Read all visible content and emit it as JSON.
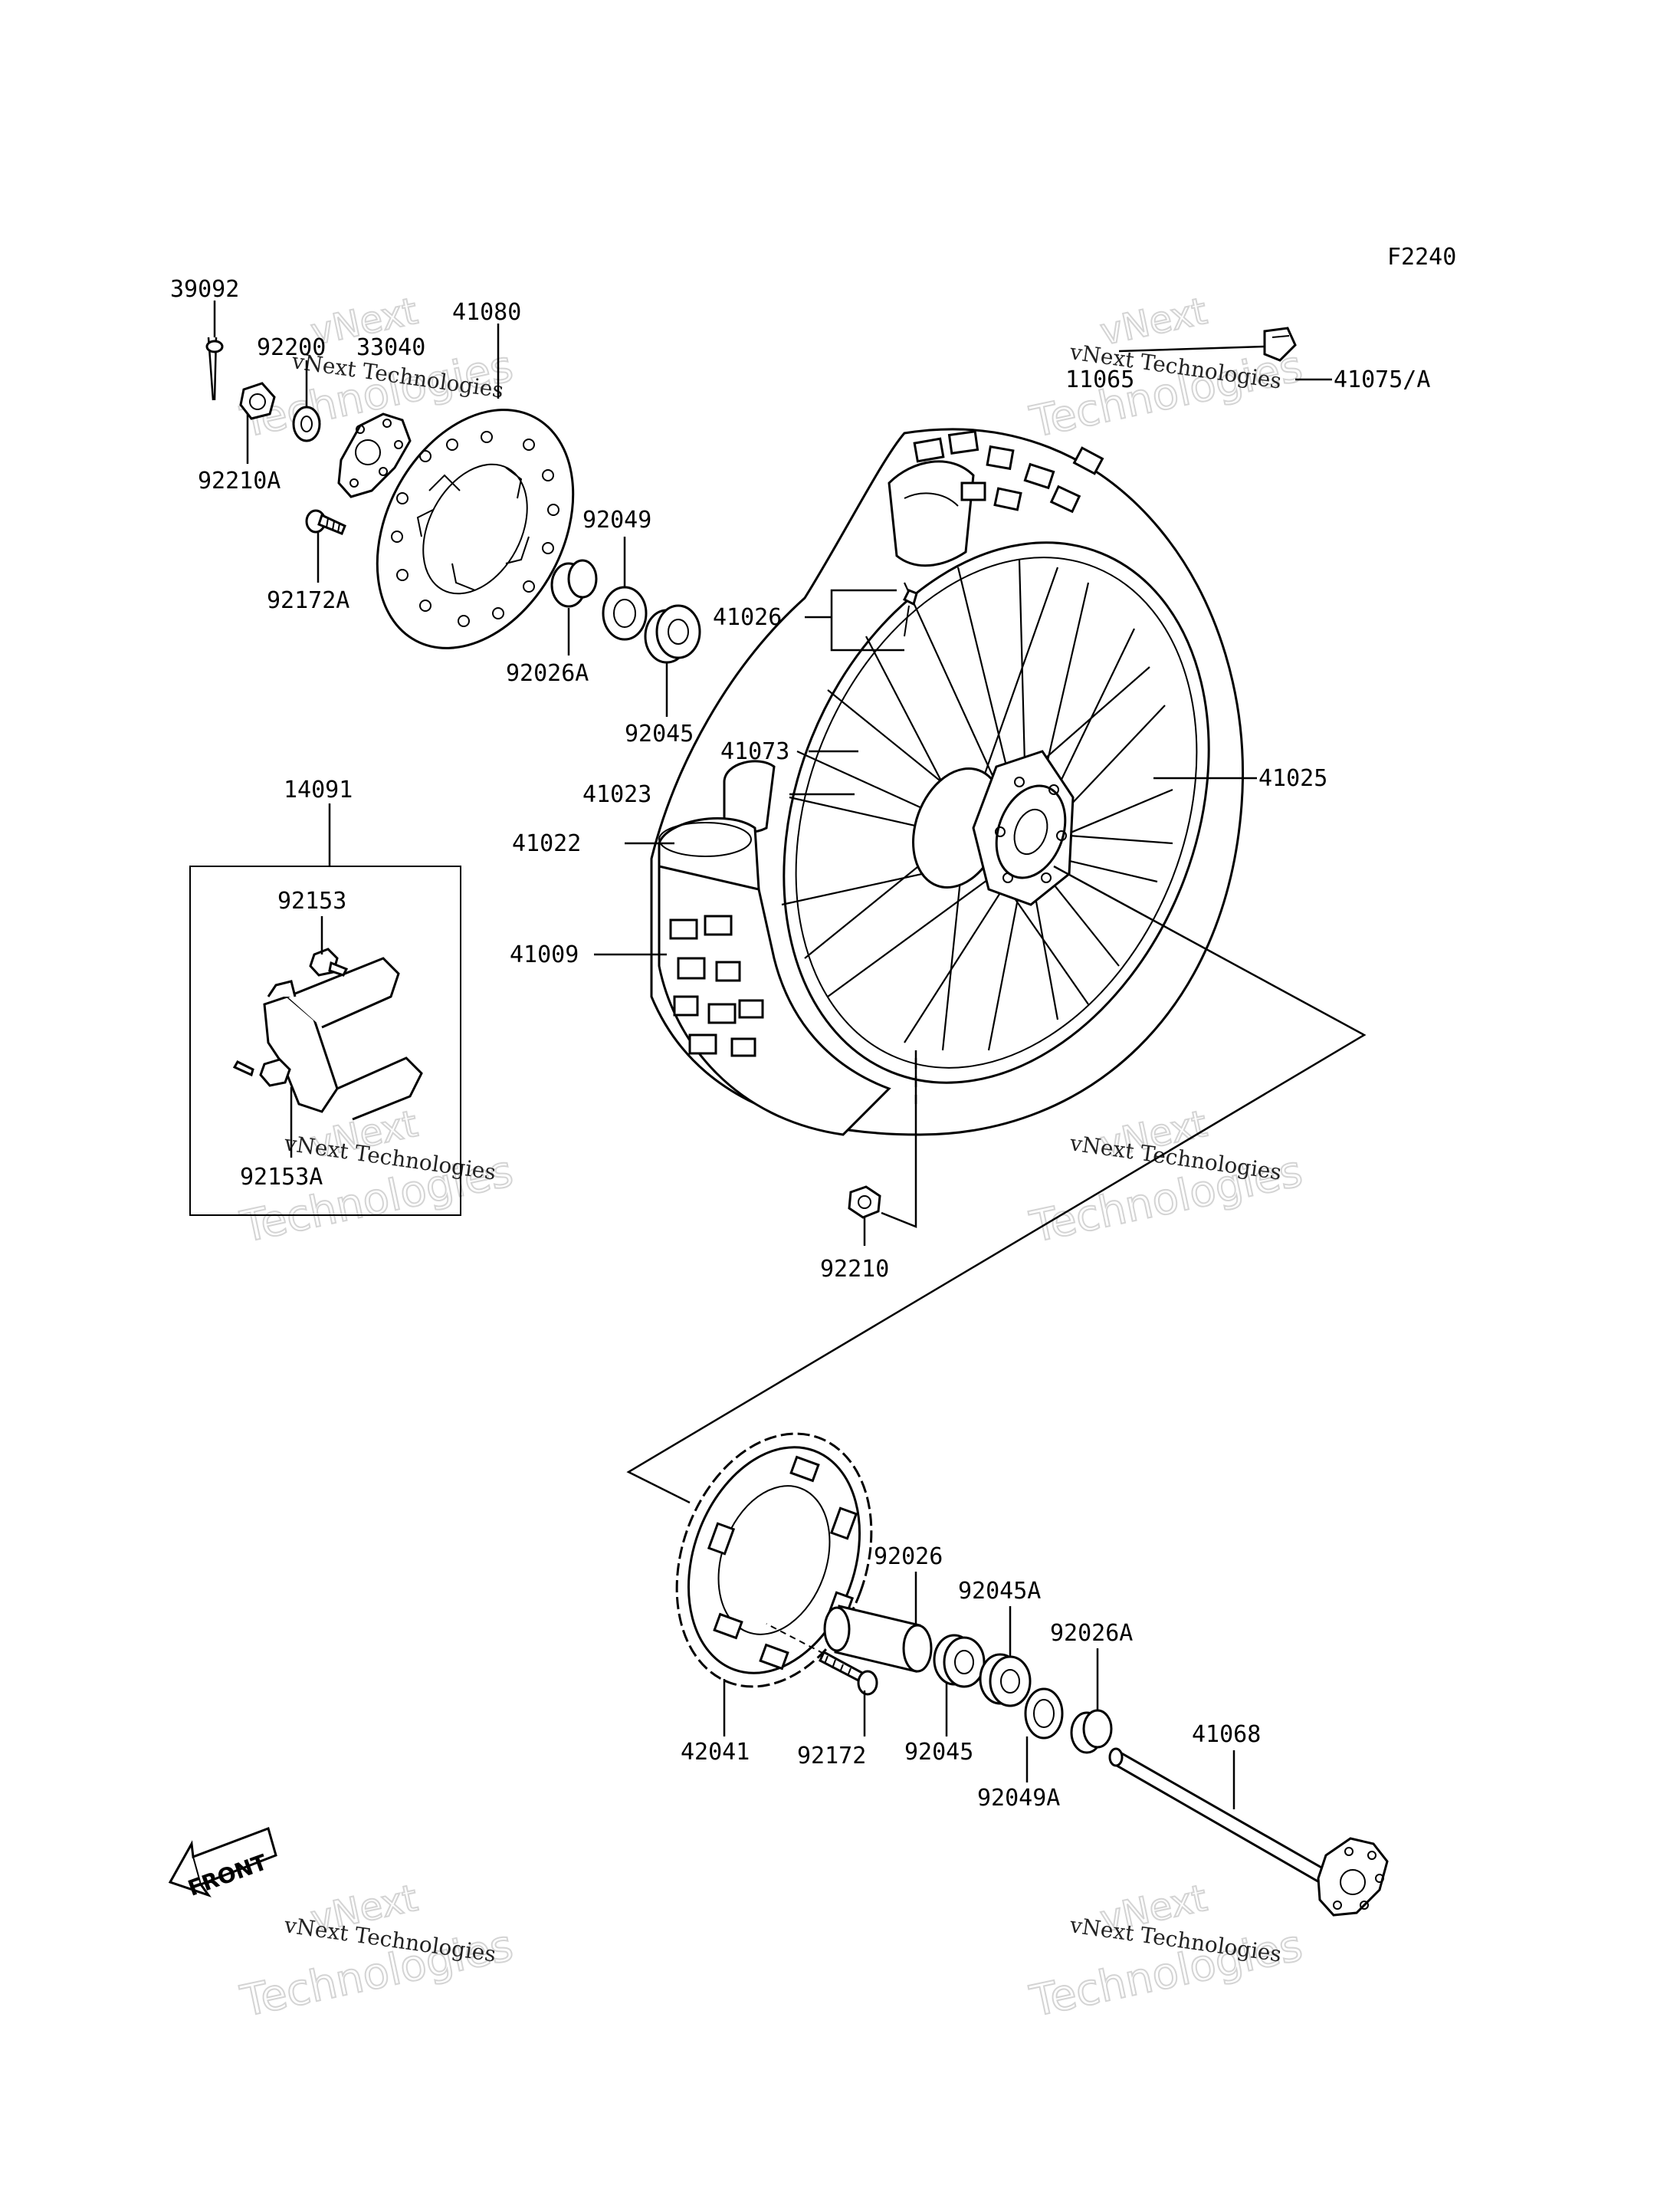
{
  "diagram_code": "F2240",
  "part_numbers": {
    "p39092": "39092",
    "p92200": "92200",
    "p33040": "33040",
    "p41080": "41080",
    "p92210A": "92210A",
    "p92172A": "92172A",
    "p92049": "92049",
    "p92026A_top": "92026A",
    "p92045_top": "92045",
    "p41026": "41026",
    "p41073": "41073",
    "p41023": "41023",
    "p41022": "41022",
    "p41009": "41009",
    "p41025": "41025",
    "p11065": "11065",
    "p41075A": "41075/A",
    "p14091": "14091",
    "p92153": "92153",
    "p92153A": "92153A",
    "p92210": "92210",
    "p92026": "92026",
    "p92045A": "92045A",
    "p92026A_bottom": "92026A",
    "p41068": "41068",
    "p42041": "42041",
    "p92172": "92172",
    "p92045_bottom": "92045",
    "p92049A": "92049A"
  },
  "front_label": "FRONT",
  "watermark": {
    "brand_line": "vNext",
    "company_line": "vNext Technologies",
    "tech_line": "Technologies"
  }
}
